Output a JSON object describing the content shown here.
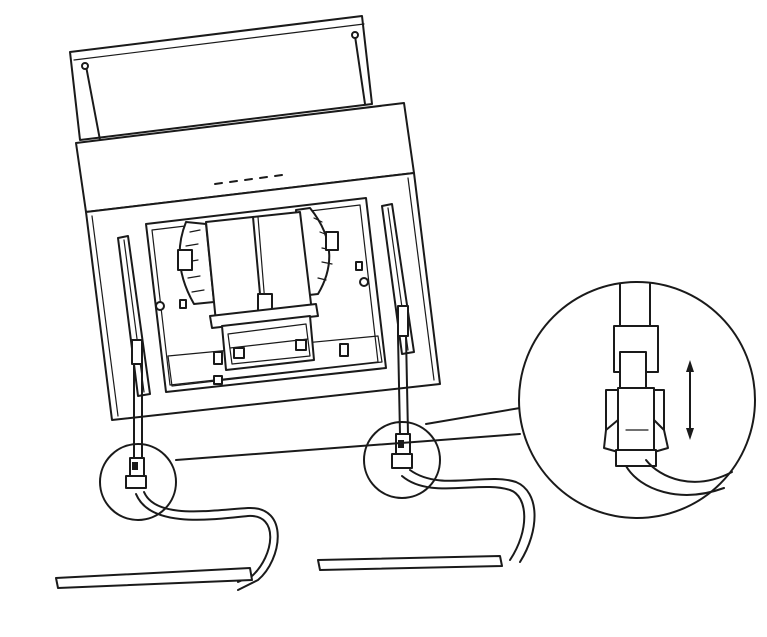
{
  "diagram": {
    "components": [
      {
        "id": "chimney-panel",
        "icon": "chimney-panel-icon"
      },
      {
        "id": "hood-canopy",
        "icon": "hood-canopy-icon"
      },
      {
        "id": "control-buttons",
        "count": 5
      },
      {
        "id": "blower-motor",
        "icon": "fan-blower-icon"
      },
      {
        "id": "grease-filter-clip",
        "icon": "filter-clip-icon"
      },
      {
        "id": "left-mounting-rod",
        "icon": "wire-rod-icon"
      },
      {
        "id": "right-mounting-rod",
        "icon": "wire-rod-icon"
      },
      {
        "id": "detail-magnifier",
        "icon": "magnifier-circle-icon"
      },
      {
        "id": "adjust-arrow",
        "icon": "double-arrow-vertical-icon"
      }
    ],
    "colors": {
      "line": "#1a1a1a",
      "background": "#ffffff"
    }
  }
}
